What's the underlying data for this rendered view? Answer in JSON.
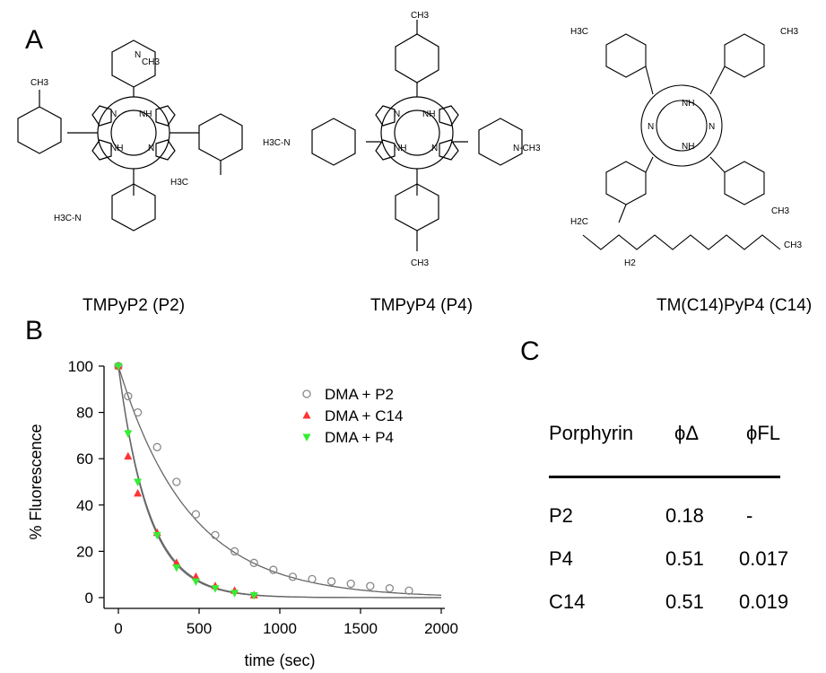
{
  "panels": {
    "a": "A",
    "b": "B",
    "c": "C"
  },
  "structures": [
    {
      "name": "TMPyP2  (P2)",
      "groups": [
        "CH3",
        "CH3",
        "H3C",
        "H3C-N",
        "NH",
        "N",
        "NH",
        "N"
      ]
    },
    {
      "name": "TMPyP4  (P4)",
      "groups": [
        "CH3",
        "H3C-N",
        "N-CH3",
        "CH3",
        "NH",
        "N",
        "NH",
        "N"
      ]
    },
    {
      "name": "TM(C14)PyP4  (C14)",
      "groups": [
        "H3C",
        "CH3",
        "NH",
        "N",
        "N",
        "NH",
        "CH3",
        "H2C",
        "CH3",
        "H2"
      ]
    }
  ],
  "chart_data": {
    "type": "scatter",
    "xlabel": "time (sec)",
    "ylabel": "% Fluorescence",
    "xlim": [
      0,
      2000
    ],
    "ylim": [
      0,
      100
    ],
    "xticks": [
      "0",
      "500",
      "1000",
      "1500",
      "2000"
    ],
    "yticks": [
      "0",
      "20",
      "40",
      "60",
      "80",
      "100"
    ],
    "grid": false,
    "legend_position": "top-right",
    "series": [
      {
        "name": "DMA + P2",
        "marker": "circle-open",
        "color": "#888888",
        "x": [
          0,
          60,
          120,
          240,
          360,
          480,
          600,
          720,
          840,
          960,
          1080,
          1200,
          1320,
          1440,
          1560,
          1680,
          1800
        ],
        "y": [
          100,
          87,
          80,
          65,
          50,
          36,
          27,
          20,
          15,
          12,
          9,
          8,
          7,
          6,
          5,
          4,
          3
        ],
        "fit_tau": 440
      },
      {
        "name": "DMA + C14",
        "marker": "triangle-up",
        "color": "#ff3333",
        "x": [
          0,
          60,
          120,
          240,
          360,
          480,
          600,
          720,
          840
        ],
        "y": [
          100,
          61,
          45,
          28,
          15,
          9,
          5,
          3,
          1
        ],
        "fit_tau": 190
      },
      {
        "name": "DMA + P4",
        "marker": "triangle-down",
        "color": "#33ee33",
        "x": [
          0,
          60,
          120,
          240,
          360,
          480,
          600,
          720,
          840
        ],
        "y": [
          100,
          71,
          50,
          27,
          13,
          7,
          4,
          2,
          1
        ],
        "fit_tau": 185
      }
    ]
  },
  "table": {
    "headers": [
      "Porphyrin",
      "ϕΔ",
      "ϕFL"
    ],
    "rows": [
      [
        "P2",
        "0.18",
        "-"
      ],
      [
        "P4",
        "0.51",
        "0.017"
      ],
      [
        "C14",
        "0.51",
        "0.019"
      ]
    ]
  }
}
